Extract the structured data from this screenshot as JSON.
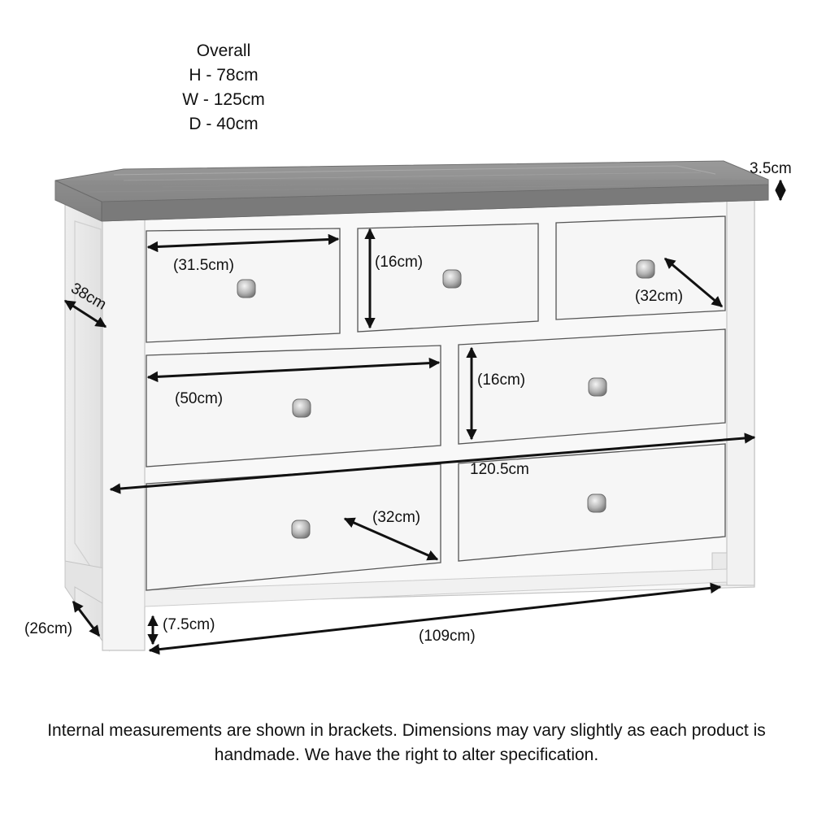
{
  "overall": {
    "heading": "Overall",
    "height": "H - 78cm",
    "width": "W - 125cm",
    "depth": "D - 40cm"
  },
  "measurements": {
    "top_thickness": "3.5cm",
    "side_depth": "38cm",
    "drawer_top_left_width": "(31.5cm)",
    "drawer_top_middle_height": "(16cm)",
    "drawer_top_right_depth": "(32cm)",
    "drawer_mid_left_width": "(50cm)",
    "drawer_mid_right_height": "(16cm)",
    "overall_internal_width": "120.5cm",
    "drawer_bottom_left_depth": "(32cm)",
    "leg_depth": "(26cm)",
    "leg_height": "(7.5cm)",
    "leg_span": "(109cm)"
  },
  "footer": {
    "note": "Internal measurements are shown in brackets. Dimensions may vary slightly as each product is handmade. We have the right to alter specification."
  }
}
